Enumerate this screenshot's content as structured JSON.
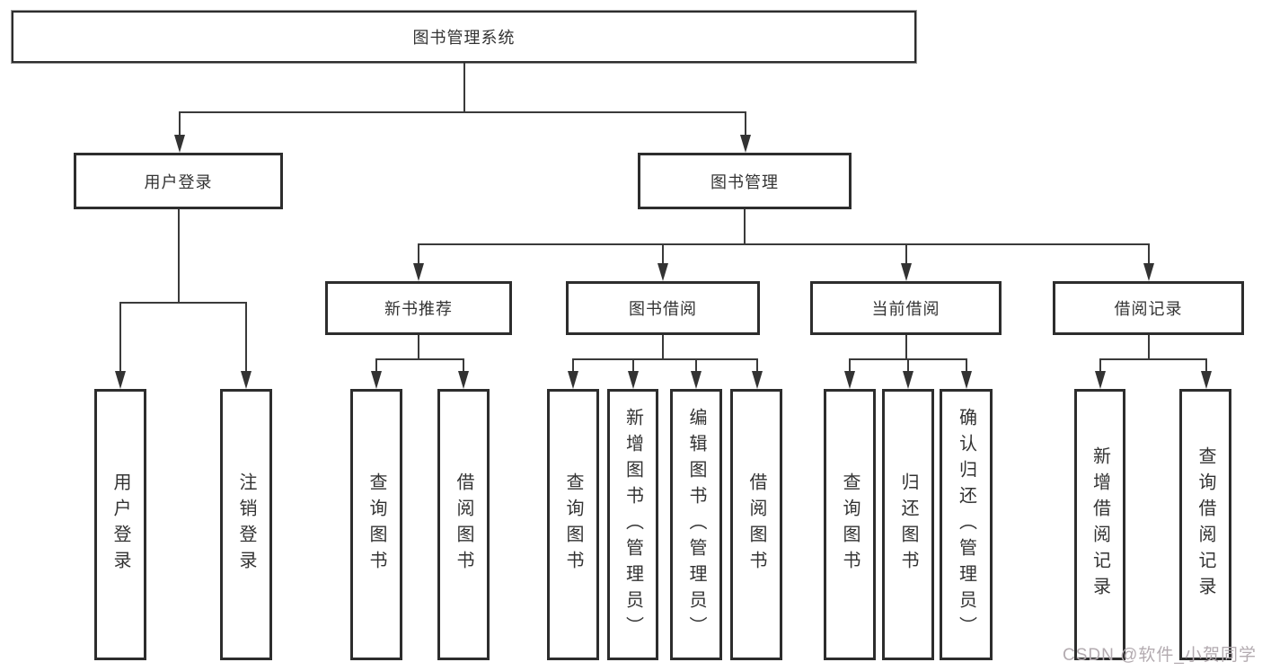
{
  "nodes": {
    "root": "图书管理系统",
    "user_login": "用户登录",
    "book_mgmt": "图书管理",
    "new_book_rec": "新书推荐",
    "book_borrow": "图书借阅",
    "current_borrow": "当前借阅",
    "borrow_records": "借阅记录",
    "ul_login": "用户登录",
    "ul_logout": "注销登录",
    "nb_query": "查询图书",
    "nb_borrow": "借阅图书",
    "bb_query": "查询图书",
    "bb_add": "新增图书（管理员）",
    "bb_edit": "编辑图书（管理员）",
    "bb_borrow": "借阅图书",
    "cb_query": "查询图书",
    "cb_return": "归还图书",
    "cb_confirm": "确认归还（管理员）",
    "br_add": "新增借阅记录",
    "br_query": "查询借阅记录"
  },
  "watermark": "CSDN @软件_小贺同学",
  "colors": {
    "background": "#ffffff",
    "line": "#3a3a3a",
    "box_border": "#2d2d2d",
    "text": "#333333",
    "watermark": "#b3abb0"
  }
}
